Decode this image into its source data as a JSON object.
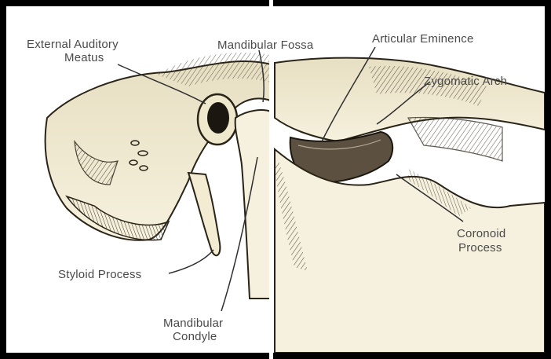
{
  "labels": {
    "external_auditory_line1": "External Auditory",
    "external_auditory_line2": "Meatus",
    "mandibular_fossa": "Mandibular Fossa",
    "articular_eminence": "Articular Eminence",
    "zygomatic_arch": "Zygomatic Arch",
    "coronoid_line1": "Coronoid",
    "coronoid_line2": "Process",
    "styloid_process": "Styloid Process",
    "condyle_line1": "Mandibular",
    "condyle_line2": "Condyle"
  },
  "colors": {
    "border": "#000000",
    "bone": "#efe8cc",
    "bone_shade": "#d9ceaa",
    "ink": "#2a2418",
    "leader": "#2f2f2f",
    "label": "#4a4a4a"
  }
}
